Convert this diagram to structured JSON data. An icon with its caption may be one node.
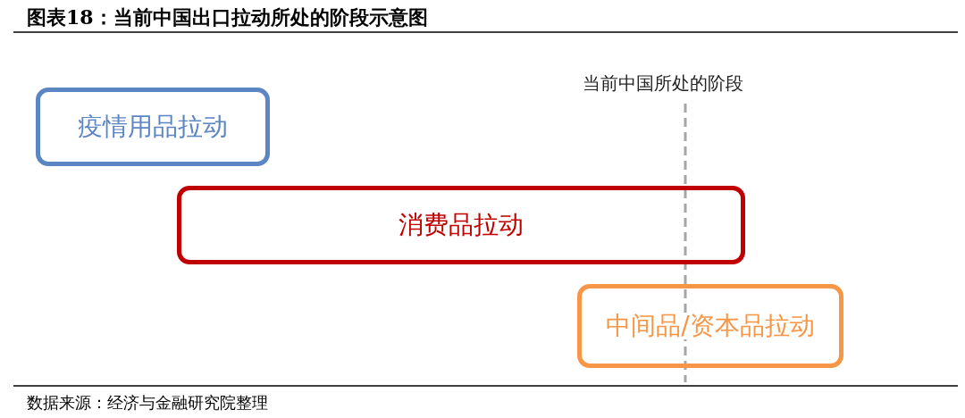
{
  "diagram": {
    "title": "图表18：当前中国出口拉动所处的阶段示意图",
    "caption": "数据来源：经济与金融研究院整理",
    "nodes": [
      {
        "text": [
          "疫情用品拉动"
        ]
      },
      {
        "text": [
          "消费品拉动"
        ]
      },
      {
        "text": [
          "中间品/资本品拉动"
        ]
      }
    ],
    "labels": [
      "当前中国所处的阶段"
    ]
  }
}
